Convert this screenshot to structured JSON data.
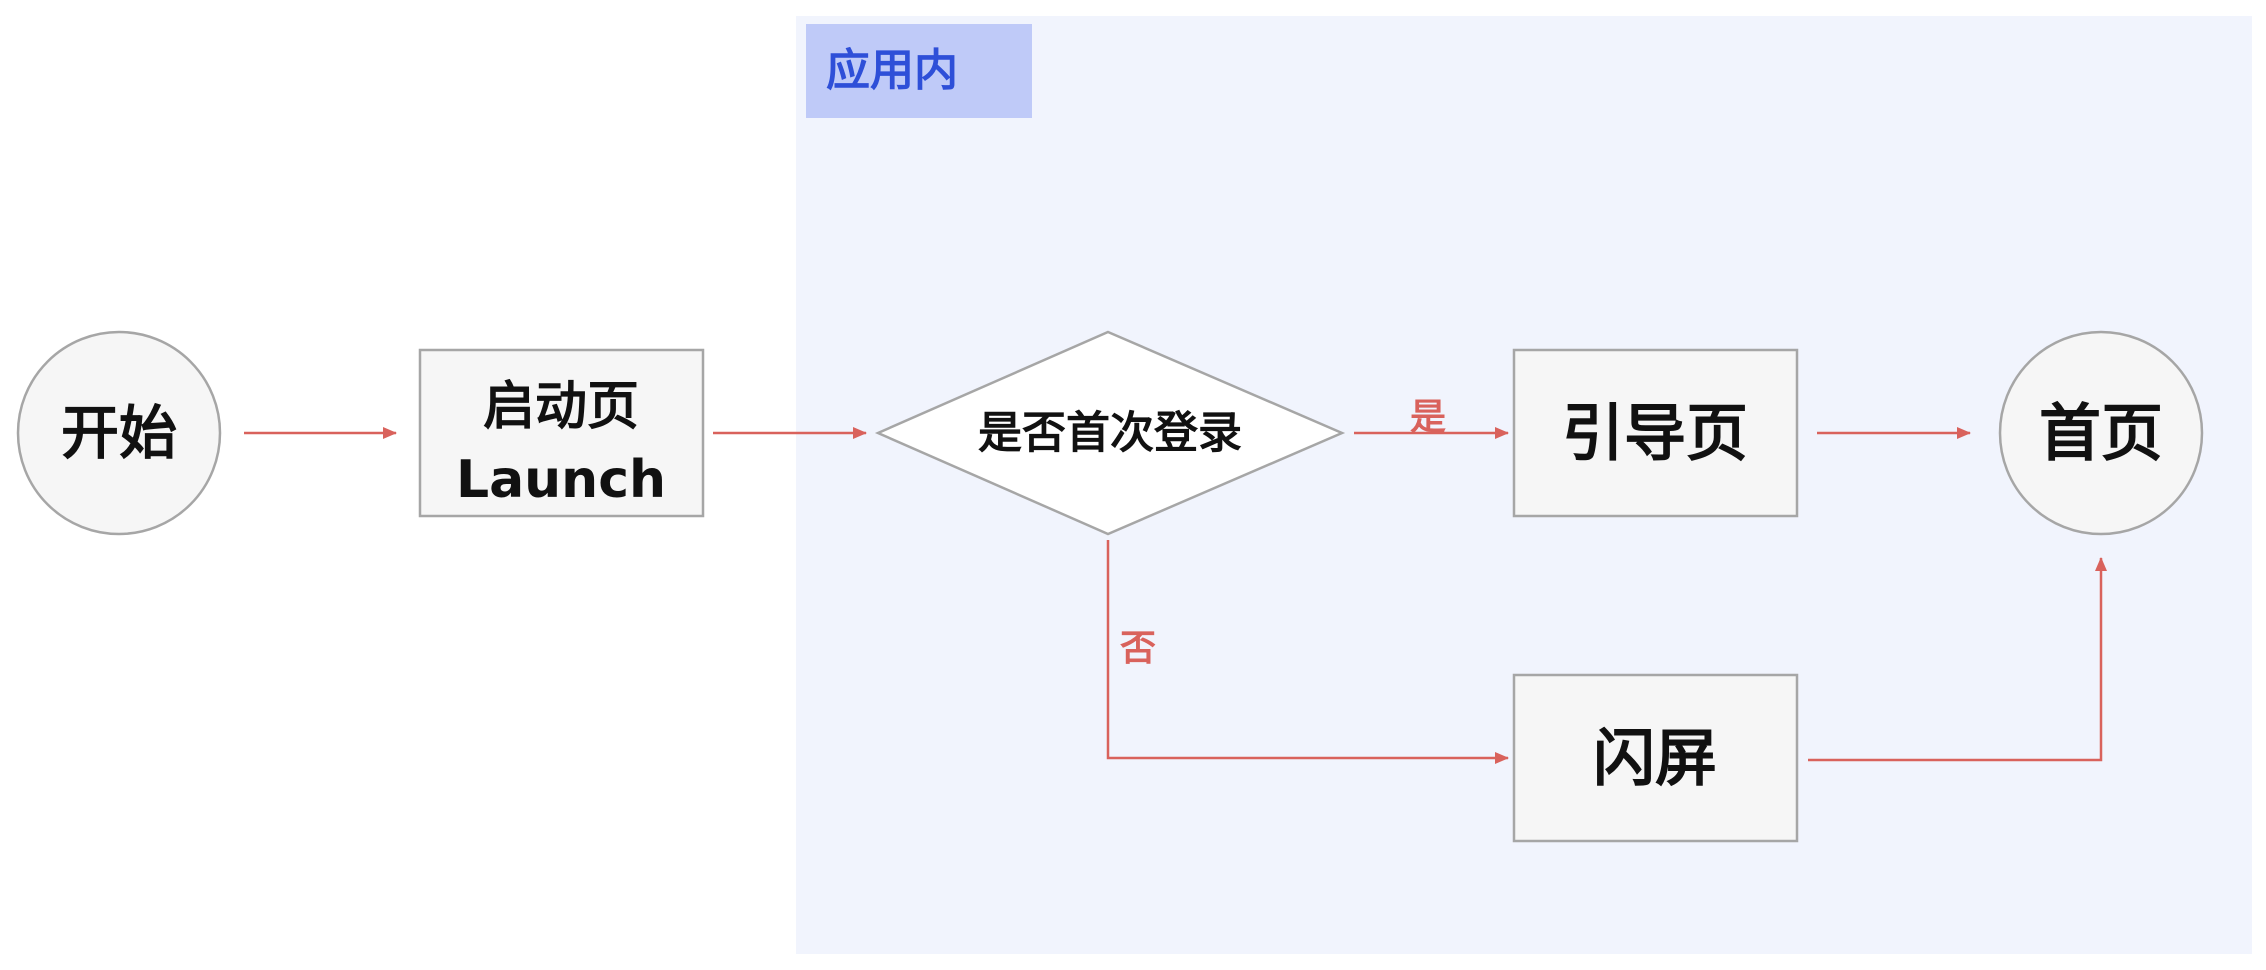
{
  "zone": {
    "label": "应用内",
    "label_color": "#2e4fd8",
    "label_bg": "#bfcaf8",
    "bg": "#f1f4fd"
  },
  "nodes": {
    "start": {
      "label": "开始",
      "shape": "circle"
    },
    "launch": {
      "line1": "启动页",
      "line2": "Launch",
      "shape": "rectangle"
    },
    "decision": {
      "label": "是否首次登录",
      "shape": "diamond"
    },
    "guide": {
      "label": "引导页",
      "shape": "rectangle"
    },
    "home": {
      "label": "首页",
      "shape": "circle"
    },
    "splash": {
      "label": "闪屏",
      "shape": "rectangle"
    }
  },
  "edges": {
    "yes_label": "是",
    "no_label": "否",
    "color": "#d9625c"
  },
  "colors": {
    "node_fill": "#f6f6f6",
    "node_stroke": "#a6a6a6",
    "text": "#111111"
  }
}
